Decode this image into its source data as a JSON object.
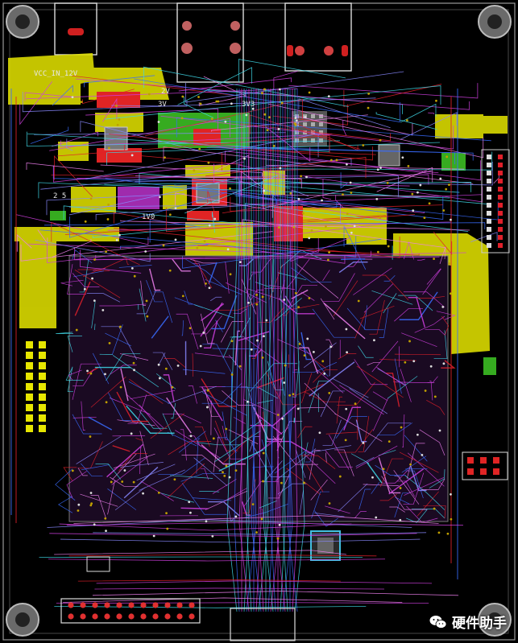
{
  "silkscreen": {
    "label_vcc": "VCC_IN_12V",
    "label_2v": "2V",
    "label_3v": "3V",
    "label_25": "2 5",
    "label_3v3": "3V3",
    "label_1v0": "1V0"
  },
  "watermark": {
    "text": "硬件助手",
    "icon": "wechat-icon"
  },
  "colors": {
    "background": "#000000",
    "copper_yellow": "#e6e600",
    "top_red": "#e0202a",
    "inner_magenta": "#d040e0",
    "inner_blue": "#3a6cff",
    "inner_cyan": "#40d8e8",
    "pad_green": "#40c020",
    "board_outline": "#b8b8b8"
  }
}
